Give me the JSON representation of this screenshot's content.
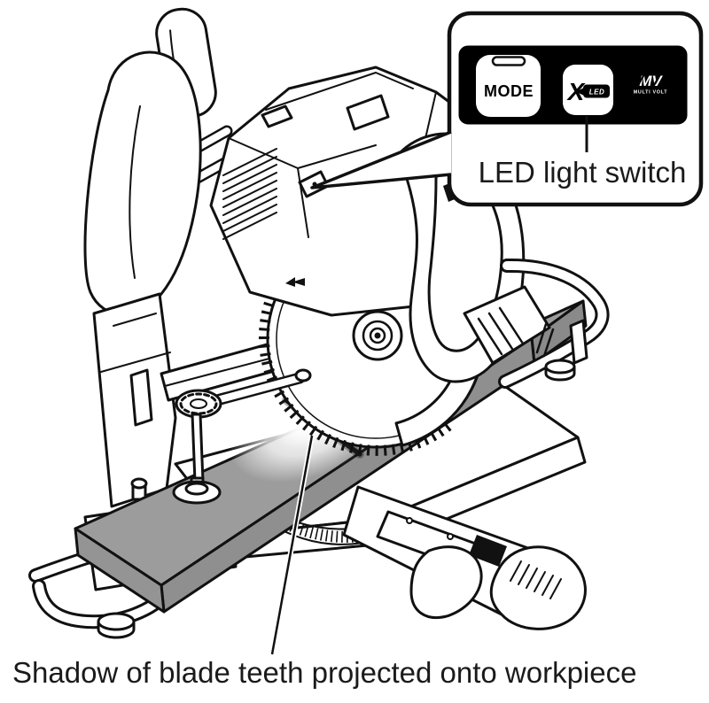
{
  "callout": {
    "label": "LED light switch",
    "panel": {
      "mode_button_label": "MODE",
      "x_mark": "X",
      "led_tag": "LED",
      "mv_monogram": "MV",
      "multivolt_wordmark": "MULTI VOLT"
    }
  },
  "caption": {
    "shadow_label": "Shadow of blade teeth projected onto workpiece"
  },
  "colors": {
    "line": "#111111",
    "background": "#ffffff",
    "panel_bg": "#000000",
    "workpiece_top": "#9c9c9c",
    "workpiece_front": "#8f8f8f",
    "workpiece_left_end": "#949494",
    "workpiece_right_end": "#8a8a8a",
    "glow": "#ffffff",
    "shadow_line": "#181818"
  },
  "icon_names": [
    "mode-button",
    "led-light-switch-button",
    "multi-volt-logo",
    "blade-rotation-arrow-icon"
  ]
}
